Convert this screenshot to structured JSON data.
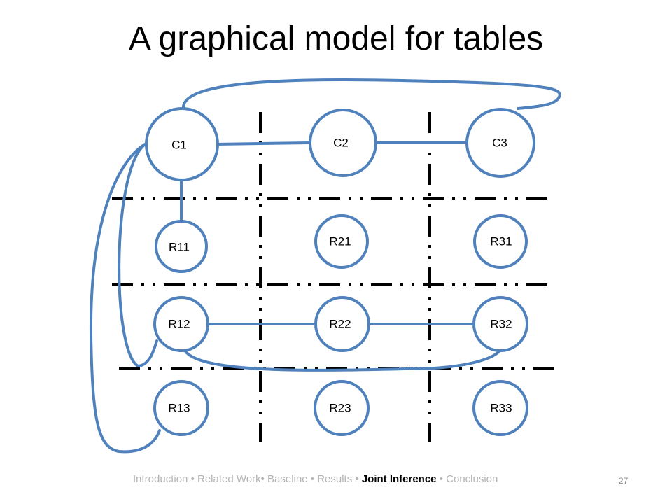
{
  "slide": {
    "title": "A graphical model for tables",
    "page_number": "27"
  },
  "nodes": {
    "c1": "C1",
    "c2": "C2",
    "c3": "C3",
    "r11": "R11",
    "r21": "R21",
    "r31": "R31",
    "r12": "R12",
    "r22": "R22",
    "r32": "R32",
    "r13": "R13",
    "r23": "R23",
    "r33": "R33"
  },
  "footer": {
    "items": [
      "Introduction",
      "Related Work",
      "Baseline",
      "Results",
      "Joint Inference",
      "Conclusion"
    ],
    "active": "Joint Inference",
    "separator": "•"
  },
  "colors": {
    "node_stroke": "#4f81bd",
    "edge": "#4f81bd",
    "divider": "#000000"
  }
}
